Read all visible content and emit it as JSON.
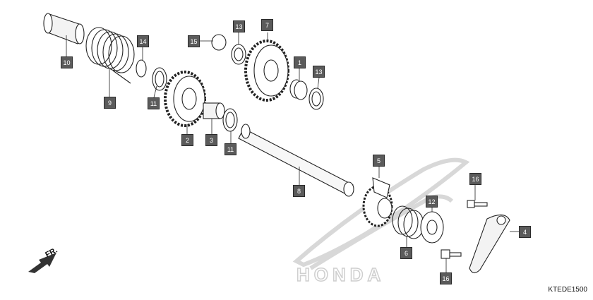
{
  "diagram_code": "KTEDE1500",
  "direction_label": "FR.",
  "watermark_text": "HONDA",
  "callouts": [
    {
      "id": "c10",
      "label": "10"
    },
    {
      "id": "c9",
      "label": "9"
    },
    {
      "id": "c14",
      "label": "14"
    },
    {
      "id": "c11a",
      "label": "11"
    },
    {
      "id": "c15",
      "label": "15"
    },
    {
      "id": "c13a",
      "label": "13"
    },
    {
      "id": "c7",
      "label": "7"
    },
    {
      "id": "c1",
      "label": "1"
    },
    {
      "id": "c13b",
      "label": "13"
    },
    {
      "id": "c2",
      "label": "2"
    },
    {
      "id": "c3",
      "label": "3"
    },
    {
      "id": "c11b",
      "label": "11"
    },
    {
      "id": "c8",
      "label": "8"
    },
    {
      "id": "c5",
      "label": "5"
    },
    {
      "id": "c16a",
      "label": "16"
    },
    {
      "id": "c12",
      "label": "12"
    },
    {
      "id": "c4",
      "label": "4"
    },
    {
      "id": "c6",
      "label": "6"
    },
    {
      "id": "c16b",
      "label": "16"
    }
  ],
  "colors": {
    "line": "#222222",
    "callout_fill": "#5b5b5b",
    "watermark": "#d8d8d8",
    "arrow": "#d42020"
  }
}
